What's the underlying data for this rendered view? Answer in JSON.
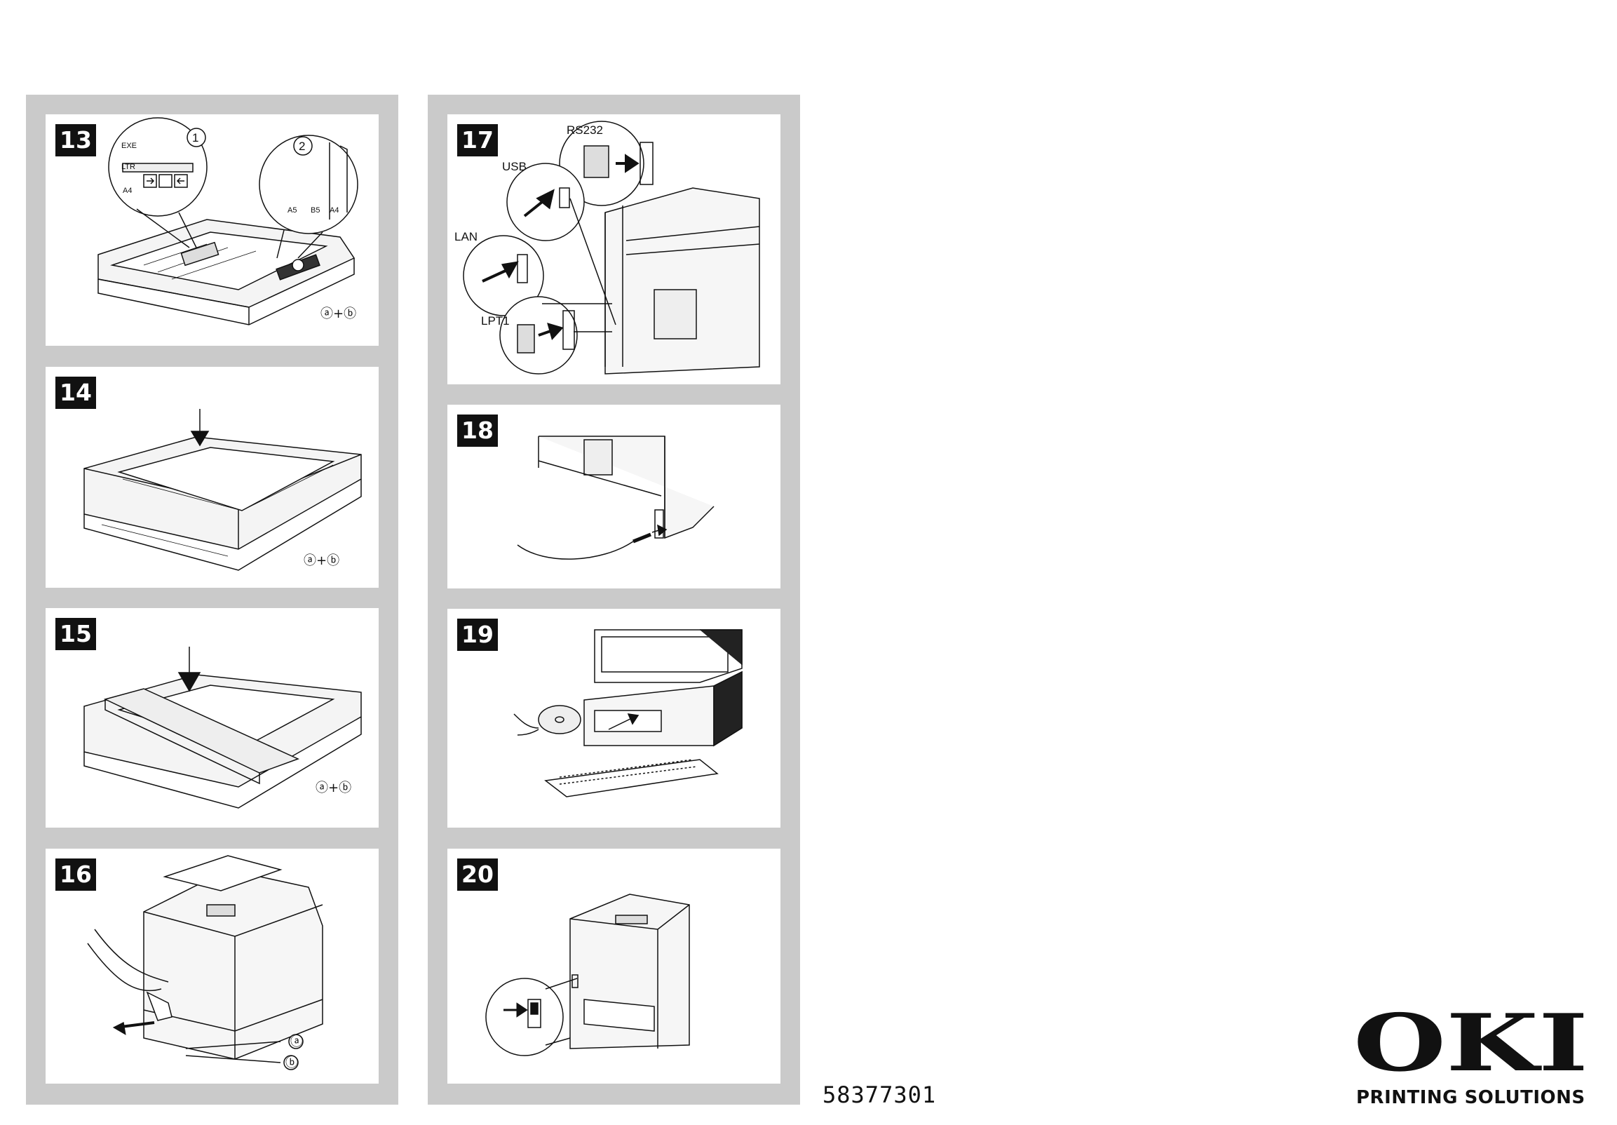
{
  "panels": {
    "p13": {
      "num": "13",
      "callout_1": "1",
      "callout_2": "2",
      "paper_sizes_1": [
        "EXE",
        "LTR",
        "A4"
      ],
      "paper_sizes_2": [
        "A5",
        "B5",
        "A4"
      ],
      "parts": "ⓐ+ⓑ"
    },
    "p14": {
      "num": "14",
      "parts": "ⓐ+ⓑ"
    },
    "p15": {
      "num": "15",
      "parts": "ⓐ+ⓑ"
    },
    "p16": {
      "num": "16",
      "part_a": "ⓐ",
      "part_b": "ⓑ"
    },
    "p17": {
      "num": "17",
      "rs232": "RS232",
      "usb": "USB",
      "lan": "LAN",
      "lpt1": "LPT1"
    },
    "p18": {
      "num": "18"
    },
    "p19": {
      "num": "19"
    },
    "p20": {
      "num": "20"
    }
  },
  "footer": {
    "document_number": "58377301",
    "brand": "OKI",
    "tagline": "PRINTING SOLUTIONS"
  }
}
